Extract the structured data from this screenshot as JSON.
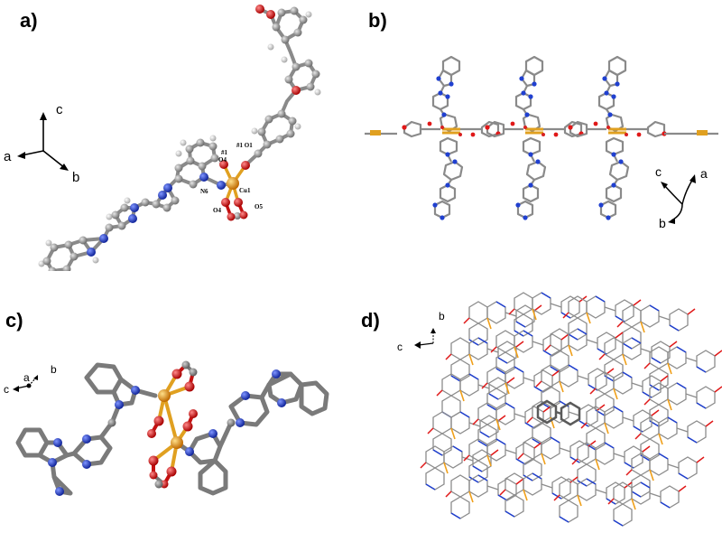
{
  "panels": [
    {
      "label": "a)",
      "axes": {
        "a": "a",
        "b": "b",
        "c": "c"
      },
      "atom_labels": [
        "#1",
        "O4",
        "#1 O1",
        "N6",
        "Cu1",
        "O4",
        "O5"
      ]
    },
    {
      "label": "b)",
      "axes": {
        "a": "a",
        "b": "b",
        "c": "c"
      }
    },
    {
      "label": "c)",
      "axes": {
        "a": "a",
        "b": "b",
        "c": "c"
      }
    },
    {
      "label": "d)",
      "axes": {
        "b": "b",
        "c": "c"
      }
    }
  ],
  "colors": {
    "carbon": "#8c8c8c",
    "carbon_dark": "#5f5f5f",
    "hydrogen": "#d9d9d9",
    "nitrogen": "#1f3fcf",
    "oxygen": "#e01818",
    "copper": "#f0a01a"
  }
}
